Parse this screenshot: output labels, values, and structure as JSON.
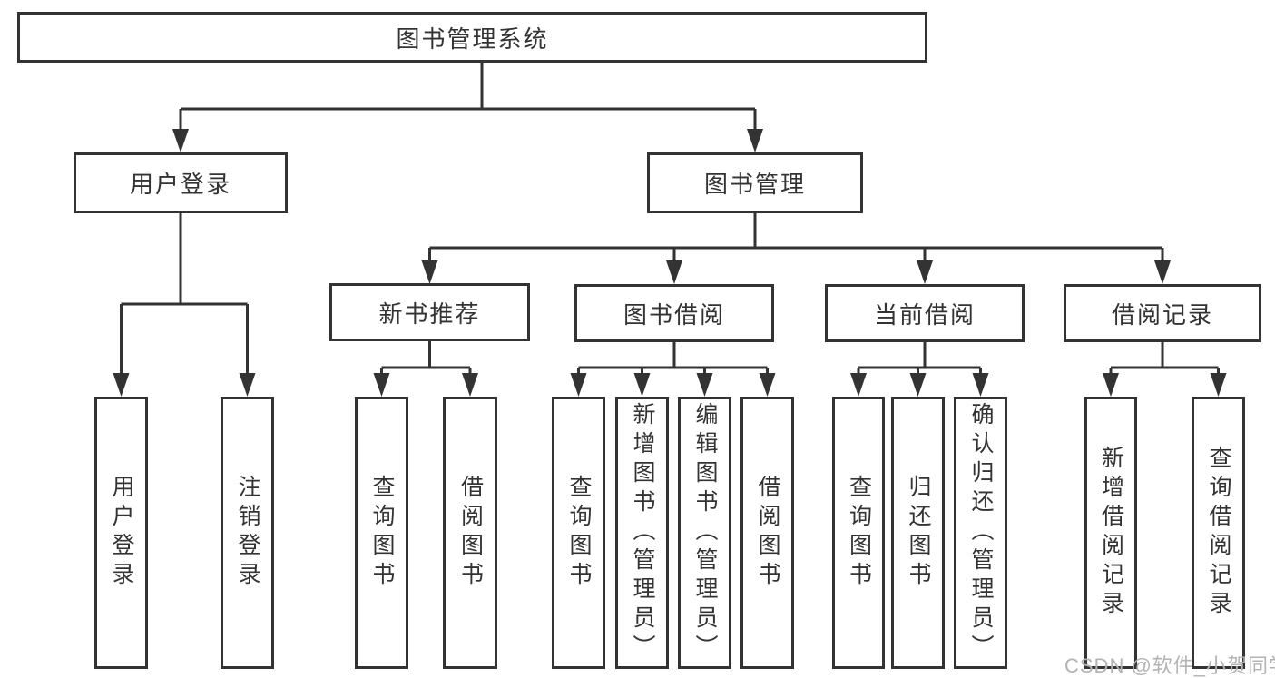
{
  "diagram": {
    "root": {
      "label": "图书管理系统"
    },
    "branches": [
      {
        "label": "用户登录",
        "children": [
          {
            "label": "用户登录"
          },
          {
            "label": "注销登录"
          }
        ]
      },
      {
        "label": "图书管理",
        "children": [
          {
            "label": "新书推荐",
            "children": [
              {
                "label": "查询图书"
              },
              {
                "label": "借阅图书"
              }
            ]
          },
          {
            "label": "图书借阅",
            "children": [
              {
                "label": "查询图书"
              },
              {
                "label": "新增图书（管理员）"
              },
              {
                "label": "编辑图书（管理员）"
              },
              {
                "label": "借阅图书"
              }
            ]
          },
          {
            "label": "当前借阅",
            "children": [
              {
                "label": "查询图书"
              },
              {
                "label": "归还图书"
              },
              {
                "label": "确认归还（管理员）"
              }
            ]
          },
          {
            "label": "借阅记录",
            "children": [
              {
                "label": "新增借阅记录"
              },
              {
                "label": "查询借阅记录"
              }
            ]
          }
        ]
      }
    ]
  },
  "watermark": {
    "text": "CSDN @软件_小贺同学"
  },
  "colors": {
    "line": "#333333",
    "text": "#333333",
    "box_background": "#ffffff",
    "page_background": "#ffffff",
    "watermark": "#b3b3b3"
  }
}
